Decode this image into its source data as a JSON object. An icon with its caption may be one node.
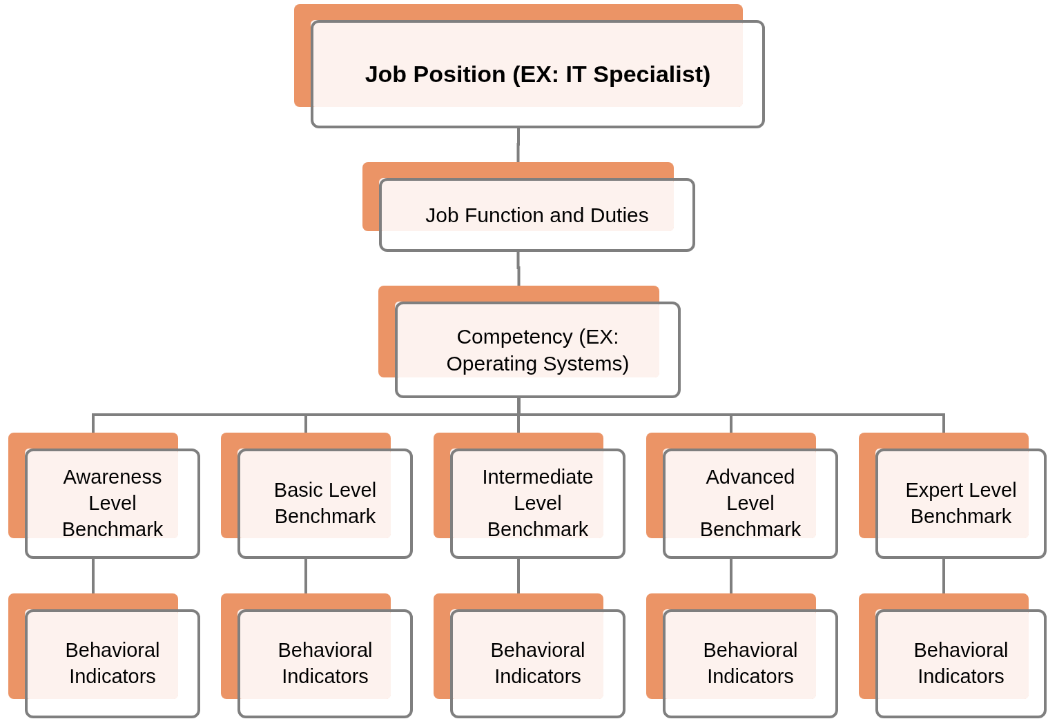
{
  "diagram": {
    "nodes": [
      {
        "text": [
          "Job Position (EX: IT Specialist)"
        ]
      },
      {
        "text": [
          "Job Function and Duties"
        ]
      },
      {
        "text": [
          "Competency (EX: Operating Systems)"
        ]
      },
      {
        "text": [
          "Awareness Level Benchmark"
        ]
      },
      {
        "text": [
          "Basic Level Benchmark"
        ]
      },
      {
        "text": [
          "Intermediate Level Benchmark"
        ]
      },
      {
        "text": [
          "Advanced Level Benchmark"
        ]
      },
      {
        "text": [
          "Expert Level Benchmark"
        ]
      },
      {
        "text": [
          "Behavioral Indicators"
        ]
      },
      {
        "text": [
          "Behavioral Indicators"
        ]
      },
      {
        "text": [
          "Behavioral Indicators"
        ]
      },
      {
        "text": [
          "Behavioral Indicators"
        ]
      },
      {
        "text": [
          "Behavioral Indicators"
        ]
      }
    ],
    "edges": [
      {
        "from": 0,
        "to": 1,
        "arrow": "none"
      },
      {
        "from": 1,
        "to": 2,
        "arrow": "none"
      },
      {
        "from": 2,
        "to": 3,
        "arrow": "none"
      },
      {
        "from": 2,
        "to": 4,
        "arrow": "none"
      },
      {
        "from": 2,
        "to": 5,
        "arrow": "none"
      },
      {
        "from": 2,
        "to": 6,
        "arrow": "none"
      },
      {
        "from": 2,
        "to": 7,
        "arrow": "none"
      },
      {
        "from": 3,
        "to": 8,
        "arrow": "none"
      },
      {
        "from": 4,
        "to": 9,
        "arrow": "none"
      },
      {
        "from": 5,
        "to": 10,
        "arrow": "none"
      },
      {
        "from": 6,
        "to": 11,
        "arrow": "none"
      },
      {
        "from": 7,
        "to": 12,
        "arrow": "none"
      }
    ]
  }
}
